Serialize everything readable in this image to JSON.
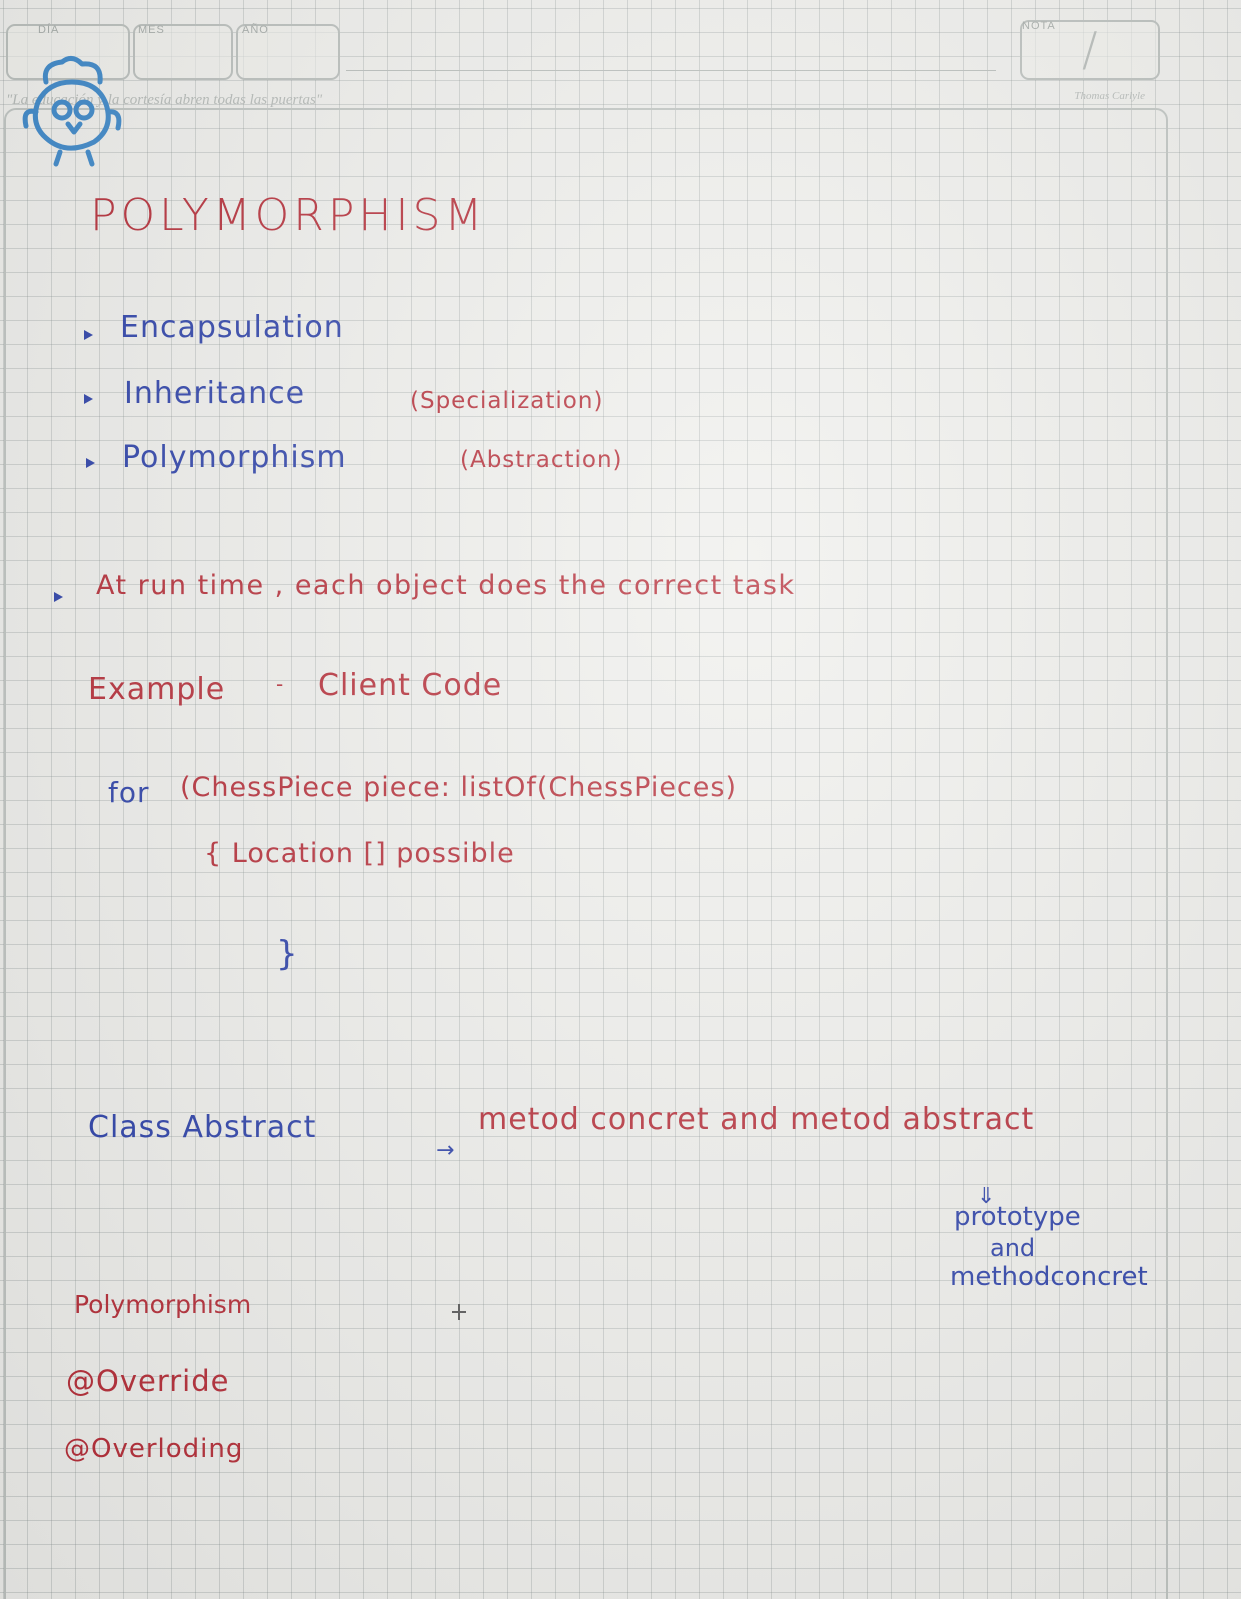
{
  "header": {
    "day_label": "DÍA",
    "month_label": "MES",
    "year_label": "AÑO",
    "grade_label": "NOTA",
    "grade_value": "/",
    "quote": "\"La educación y la cortesía abren todas las puertas\"",
    "author": "Thomas Carlyle"
  },
  "notes": {
    "title": "POLYMORPHISM",
    "pillars": [
      {
        "label": "Encapsulation",
        "aside": ""
      },
      {
        "label": "Inheritance",
        "aside": "(Specialization)"
      },
      {
        "label": "Polymorphism",
        "aside": "(Abstraction)"
      }
    ],
    "runtime_note": "At run time , each object does the correct task",
    "example_label": "Example",
    "example_sep": "-",
    "client_code_label": "Client Code",
    "code_line1_keyword": "for",
    "code_line1_rest": "(ChessPiece piece: listOf(ChessPieces)",
    "code_line2": "{ Location [] possible",
    "code_line3": "}",
    "abstract_class": "Class Abstract",
    "abstract_arrow": "→",
    "abstract_desc": "metod concret and metod abstract",
    "down_arrow": "⇓",
    "prototype": "prototype",
    "and_word": "and",
    "method_concret": "methodconcret",
    "poly_heading": "Polymorphism",
    "override": "@Override",
    "overloading": "@Overloding"
  },
  "colors": {
    "red_ink": "#b52b36",
    "blue_ink": "#2a3fa8",
    "grid": "#8a9494",
    "paper": "#efefec"
  }
}
